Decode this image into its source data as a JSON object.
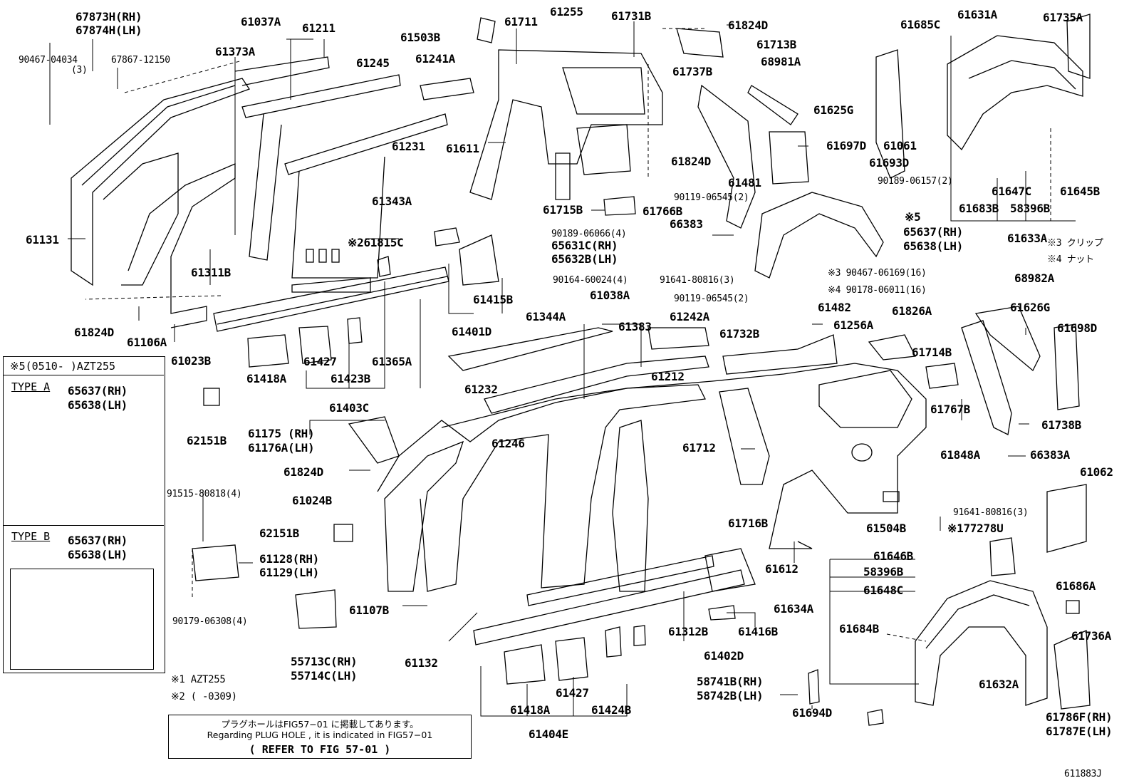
{
  "labels": {
    "p67873h": "67873H(RH)",
    "p67874h": "67874H(LH)",
    "p90467_04034": "90467-04034",
    "p90467_qty": "(3)",
    "p67867": "67867-12150",
    "p61037a": "61037A",
    "p61211": "61211",
    "p61373a": "61373A",
    "p61245": "61245",
    "p61241a": "61241A",
    "p61503b": "61503B",
    "p61711": "61711",
    "p61255": "61255",
    "p61731b": "61731B",
    "p61824d_a": "61824D",
    "p61713b": "61713B",
    "p68981a": "68981A",
    "p61685c": "61685C",
    "p61631a": "61631A",
    "p61735a": "61735A",
    "p61737b": "61737B",
    "p61625g": "61625G",
    "p61231": "61231",
    "p61611": "61611",
    "p61824d_b": "61824D",
    "p61697d": "61697D",
    "p61061": "61061",
    "p61693d": "61693D",
    "p61131": "61131",
    "p61343a": "61343A",
    "p61481": "61481",
    "p90119_a": "90119-06545(2)",
    "p90189_06157": "90189-06157(2)",
    "p61647c": "61647C",
    "p61645b": "61645B",
    "p61715b": "61715B",
    "p61766b": "61766B",
    "p61683b": "61683B",
    "p58396b_a": "58396B",
    "p66383": "66383",
    "p61633a": "61633A",
    "p90189_06066": "90189-06066(4)",
    "p61815c": "※261815C",
    "p65631c": "65631C(RH)",
    "p65632b": "65632B(LH)",
    "p5": "※5",
    "p65637_a": "65637(RH)",
    "p65638_a": "65638(LH)",
    "p3clip": "※3 クリップ",
    "p4nut": "※4 ナット",
    "p61311b": "61311B",
    "p90164": "90164-60024(4)",
    "p91641_a": "91641-80816(3)",
    "p90467_06169": "※3 90467-06169(16)",
    "p90178": "※4 90178-06011(16)",
    "p68982a": "68982A",
    "p61415b": "61415B",
    "p90119_b": "90119-06545(2)",
    "p61824d_c": "61824D",
    "p61106a": "61106A",
    "p61401d": "61401D",
    "p61038a": "61038A",
    "p61482": "61482",
    "p61826a": "61826A",
    "p61626g": "61626G",
    "p61698d": "61698D",
    "p61023b": "61023B",
    "p61344a": "61344A",
    "p61383": "61383",
    "p61242a": "61242A",
    "p61256a": "61256A",
    "p61732b": "61732B",
    "p61714b": "61714B",
    "p61418a_a": "61418A",
    "p61427_a": "61427",
    "p61423b": "61423B",
    "p61365a": "61365A",
    "p61232": "61232",
    "p61212": "61212",
    "p61403c": "61403C",
    "p61767b": "61767B",
    "p61738b": "61738B",
    "p62151b_a": "62151B",
    "p61175": "61175 (RH)",
    "p61176a": "61176A(LH)",
    "p61246": "61246",
    "p61712": "61712",
    "p61848a": "61848A",
    "p66383a": "66383A",
    "p61824d_d": "61824D",
    "p61062": "61062",
    "p91515": "91515-80818(4)",
    "p61024b": "61024B",
    "p61716b": "61716B",
    "p61504b": "61504B",
    "p91641_b": "91641-80816(3)",
    "p177278u": "※177278U",
    "p62151b_b": "62151B",
    "p61128": "61128(RH)",
    "p61129": "61129(LH)",
    "p61646b": "61646B",
    "p58396b_b": "58396B",
    "p61612": "61612",
    "p61107b": "61107B",
    "p61648c": "61648C",
    "p61686a": "61686A",
    "p90179": "90179-06308(4)",
    "p61634a": "61634A",
    "p61312b": "61312B",
    "p61416b": "61416B",
    "p61684b": "61684B",
    "p61132": "61132",
    "p61402d": "61402D",
    "p61736a": "61736A",
    "p55713c": "55713C(RH)",
    "p55714c": "55714C(LH)",
    "p61632a": "61632A",
    "p61427_b": "61427",
    "p58741b": "58741B(RH)",
    "p58742b": "58742B(LH)",
    "p61418a_b": "61418A",
    "p61424b": "61424B",
    "p61694d": "61694D",
    "p61786f": "61786F(RH)",
    "p61787e": "61787E(LH)",
    "p61404e": "61404E",
    "p61883j": "611883J"
  },
  "inset": {
    "title": "※5(0510-      )AZT255",
    "typeA": "TYPE A",
    "typeA_rh": "65637(RH)",
    "typeA_lh": "65638(LH)",
    "typeB": "TYPE B",
    "typeB_rh": "65637(RH)",
    "typeB_lh": "65638(LH)"
  },
  "footnotes": {
    "n1": "※1 AZT255",
    "n2": "※2 (     -0309)"
  },
  "note": {
    "jp": "プラグホールはFIG57−01 に掲載してあります。",
    "en": "Regarding PLUG HOLE , it is indicated in FIG57−01",
    "ref": "(   REFER TO FIG 57-01   )"
  }
}
